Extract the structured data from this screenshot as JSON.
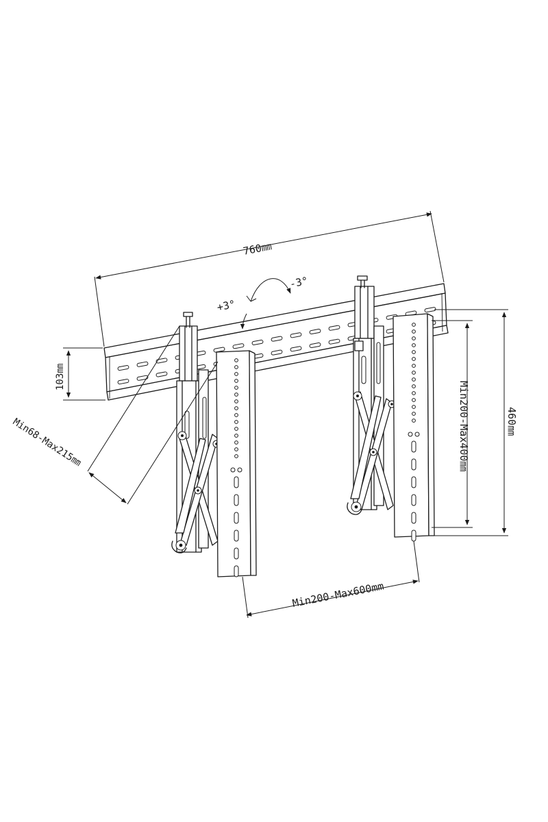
{
  "dimensions": {
    "width": "760㎜",
    "height": "103㎜",
    "depth": "Min68-Max215㎜",
    "vertical_spacing": "Min200-Max400㎜",
    "plate_height": "460㎜",
    "horizontal_spacing": "Min200-Max600mm"
  },
  "tilt": {
    "forward": "+3°",
    "backward": "-3°"
  }
}
